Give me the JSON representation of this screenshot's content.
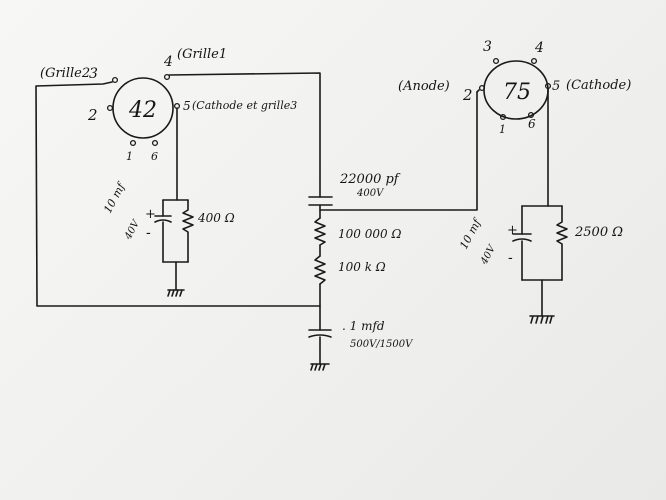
{
  "tube_left": {
    "label": "42",
    "pin_2": "2",
    "pin_3": "3",
    "pin_4": "4",
    "pin_5": "5",
    "pin_1": "1",
    "pin_6": "6",
    "pin_3_note": "(Grille2",
    "pin_4_note": "(Grille1",
    "pin_5_note": "(Cathode et grille3"
  },
  "left_cathode": {
    "capacitor_value": "10 mf",
    "capacitor_voltage": "40V",
    "plus": "+",
    "minus": "-",
    "resistor": "400 Ω"
  },
  "coupling": {
    "capacitor_value": "22000 pf",
    "capacitor_voltage": "400V",
    "resistor_1": "100 000 Ω",
    "resistor_2": "100 k Ω",
    "cap_bottom_value": ". 1 mfd",
    "cap_bottom_voltage": "500V/1500V"
  },
  "tube_right": {
    "label": "75",
    "pin_2": "2",
    "pin_3": "3",
    "pin_4": "4",
    "pin_5": "5",
    "pin_1": "1",
    "pin_6": "6",
    "pin_2_note": "(Anode)",
    "pin_5_note": "(Cathode)"
  },
  "right_cathode": {
    "capacitor_value": "10 mf",
    "capacitor_voltage": "40V",
    "plus": "+",
    "minus": "-",
    "resistor": "2500 Ω"
  }
}
